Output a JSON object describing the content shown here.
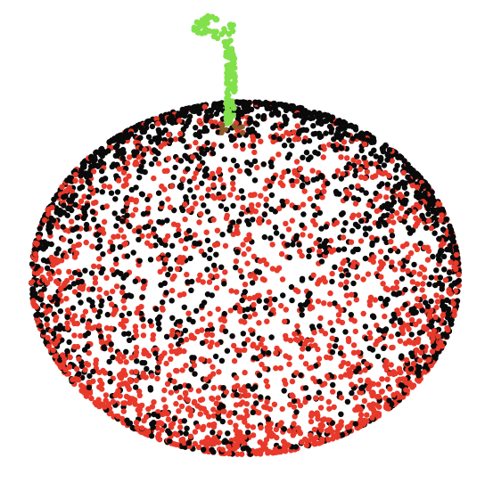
{
  "scene": {
    "subject": "point-cloud-apple",
    "background_color": "#ffffff",
    "colors": {
      "body_red": "#e8392b",
      "body_dark": "#0a0a0a",
      "stem_green": "#82e04a",
      "stem_base_brown": "#8a5a2b"
    },
    "point_counts": {
      "body": 3600,
      "stem": 150,
      "stem_base": 10
    }
  }
}
